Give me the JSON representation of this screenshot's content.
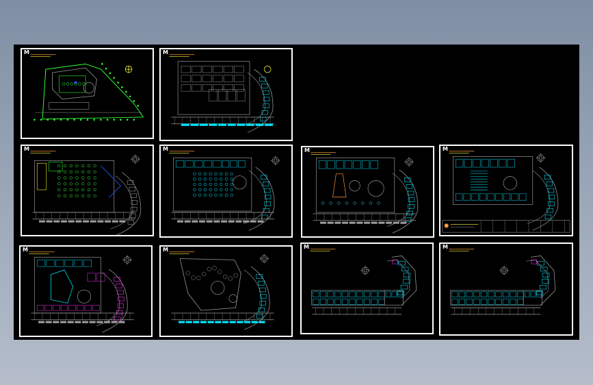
{
  "app": {
    "title": "Hotel CAD Drawing Set",
    "background_color": "#8d9bb0",
    "canvas_color": "#000000"
  },
  "colors": {
    "frame": "#ffffff",
    "cyan": "#00e5ff",
    "green": "#32ff32",
    "yellow": "#ffff33",
    "magenta": "#ff33ff",
    "blue": "#2a54ff",
    "gray": "#9a9a9a",
    "orange": "#ff9a3a"
  },
  "sheets": [
    {
      "id": "site-plan",
      "type": "site",
      "mark": "M",
      "title": "Site Plan"
    },
    {
      "id": "basement-plan",
      "type": "basement",
      "mark": "M",
      "title": "Basement Plan"
    },
    {
      "id": "first-floor",
      "type": "floor1",
      "mark": "M",
      "title": "First Floor"
    },
    {
      "id": "second-floor",
      "type": "floor2",
      "mark": "M",
      "title": "Second Floor"
    },
    {
      "id": "third-floor",
      "type": "floor3",
      "mark": "M",
      "title": "Third Floor"
    },
    {
      "id": "fourth-floor",
      "type": "floor4",
      "mark": "M",
      "title": "Fourth Floor"
    },
    {
      "id": "fifth-floor",
      "type": "floor5",
      "mark": "M",
      "title": "Fifth Floor"
    },
    {
      "id": "sixth-floor",
      "type": "floor6",
      "mark": "M",
      "title": "Sixth Floor"
    },
    {
      "id": "typical-floor-a",
      "type": "typical",
      "mark": "M",
      "title": "Typical Floor A"
    },
    {
      "id": "typical-floor-b",
      "type": "typical",
      "mark": "M",
      "title": "Typical Floor B"
    }
  ]
}
